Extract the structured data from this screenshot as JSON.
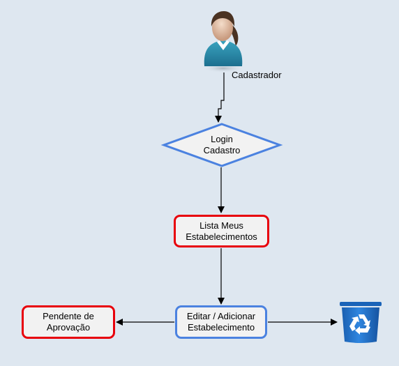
{
  "actor": {
    "label": "Cadastrador",
    "icon": "person-avatar-icon"
  },
  "decision": {
    "line1": "Login",
    "line2": "Cadastro"
  },
  "nodes": {
    "lista": {
      "line1": "Lista Meus",
      "line2": "Estabelecimentos"
    },
    "editar": {
      "line1": "Editar / Adicionar",
      "line2": "Estabelecimento"
    },
    "pendente": {
      "line1": "Pendente de",
      "line2": "Aprovação"
    }
  },
  "trash": {
    "icon": "recycle-bin-icon"
  },
  "colors": {
    "background": "#dee7f0",
    "red_border": "#e8000b",
    "blue_border": "#4b82e0",
    "node_fill": "#f2f2f2",
    "bin_blue": "#1e6fc8"
  }
}
